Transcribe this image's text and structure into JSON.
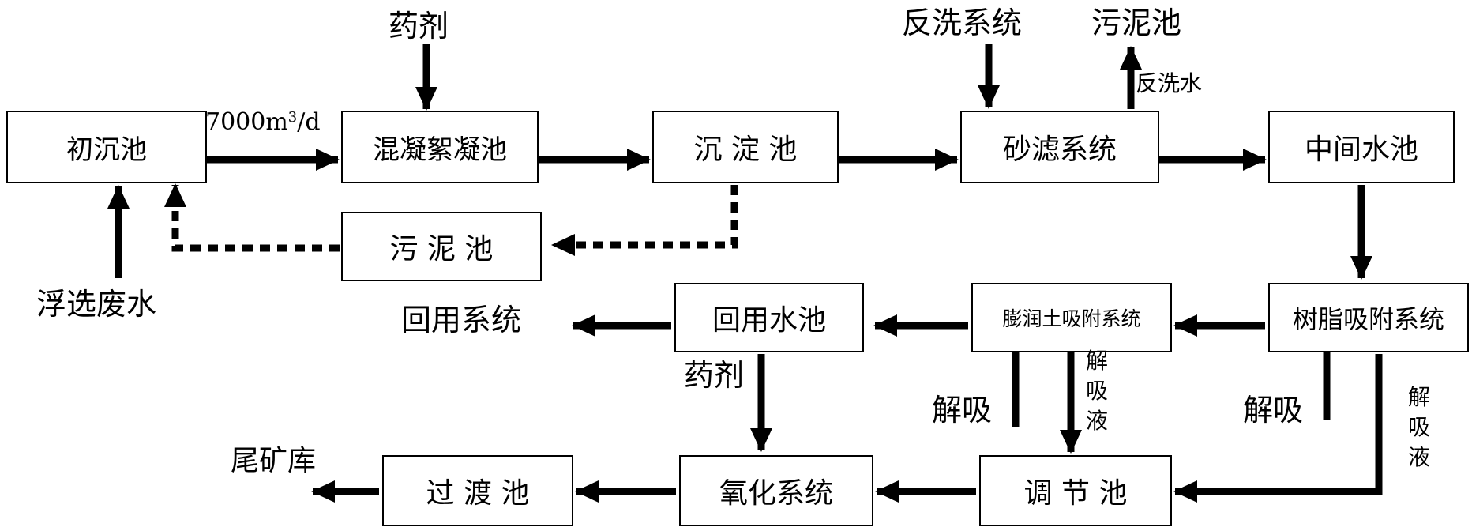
{
  "nodes": {
    "primary_settling_tank": "初沉池",
    "coagulation_flocculation_tank": "混凝絮凝池",
    "sedimentation_tank": "沉 淀 池",
    "sand_filter_system": "砂滤系统",
    "intermediate_water_tank": "中间水池",
    "sludge_tank_mid": "污 泥 池",
    "resin_adsorption_system": "树脂吸附系统",
    "bentonite_adsorption_system": "膨润土吸附系统",
    "reuse_water_tank": "回用水池",
    "regulating_tank": "调 节 池",
    "oxidation_system": "氧化系统",
    "transition_tank": "过 渡 池"
  },
  "labels": {
    "chemicals_top": "药剂",
    "flow_rate": "7000m",
    "flow_rate_sup": "3",
    "flow_rate_unit": "/d",
    "backwash_system": "反洗系统",
    "sludge_tank_top": "污泥池",
    "backwash_water": "反洗水",
    "flotation_wastewater": "浮选废水",
    "reuse_system": "回用系统",
    "chemicals_bottom": "药剂",
    "desorption_left": "解吸",
    "desorption_right": "解吸",
    "desorption_liquid_left": [
      "解",
      "吸",
      "液"
    ],
    "desorption_liquid_right": [
      "解",
      "吸",
      "液"
    ],
    "tailings_pond": "尾矿库"
  }
}
